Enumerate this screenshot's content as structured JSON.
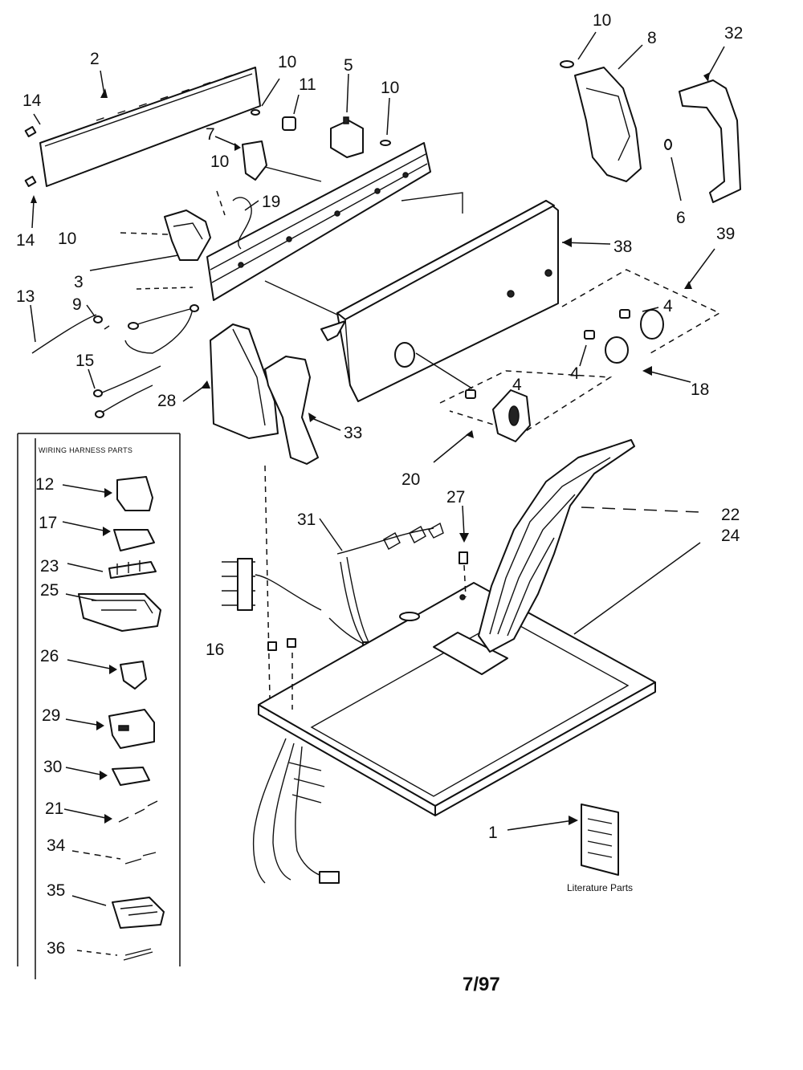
{
  "labels": {
    "p1": "1",
    "p2": "2",
    "p3": "3",
    "p4a": "4",
    "p4b": "4",
    "p4c": "4",
    "p5": "5",
    "p6": "6",
    "p7": "7",
    "p8": "8",
    "p9": "9",
    "p10a": "10",
    "p10b": "10",
    "p10c": "10",
    "p10d": "10",
    "p10e": "10",
    "p11": "11",
    "p12": "12",
    "p13": "13",
    "p14a": "14",
    "p14b": "14",
    "p15": "15",
    "p16": "16",
    "p17": "17",
    "p18": "18",
    "p19": "19",
    "p20": "20",
    "p21": "21",
    "p22": "22",
    "p23": "23",
    "p24": "24",
    "p25": "25",
    "p26": "26",
    "p27": "27",
    "p28": "28",
    "p29": "29",
    "p30": "30",
    "p31": "31",
    "p32": "32",
    "p33": "33",
    "p34": "34",
    "p35": "35",
    "p36": "36",
    "p38": "38",
    "p39": "39"
  },
  "wiring_harness_title": "WIRING HARNESS PARTS",
  "literature_parts": "Literature Parts",
  "date_code": "7/97"
}
